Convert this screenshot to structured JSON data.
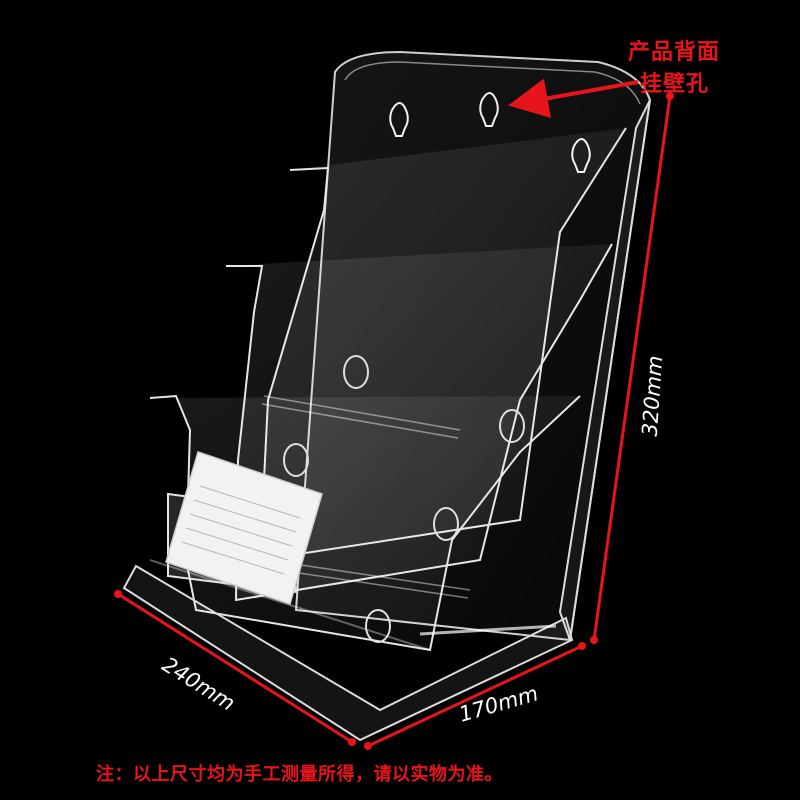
{
  "callout": {
    "line1": "产品背面",
    "line2": "挂壁孔"
  },
  "dimensions": {
    "height": "320mm",
    "width": "240mm",
    "depth": "170mm"
  },
  "footnote": "注：以上尺寸均为手工测量所得，请以实物为准。",
  "colors": {
    "background": "#000000",
    "annotation": "#e8141b",
    "acrylic_edge": "#e6e6e6",
    "dimension_text": "#ffffff"
  }
}
